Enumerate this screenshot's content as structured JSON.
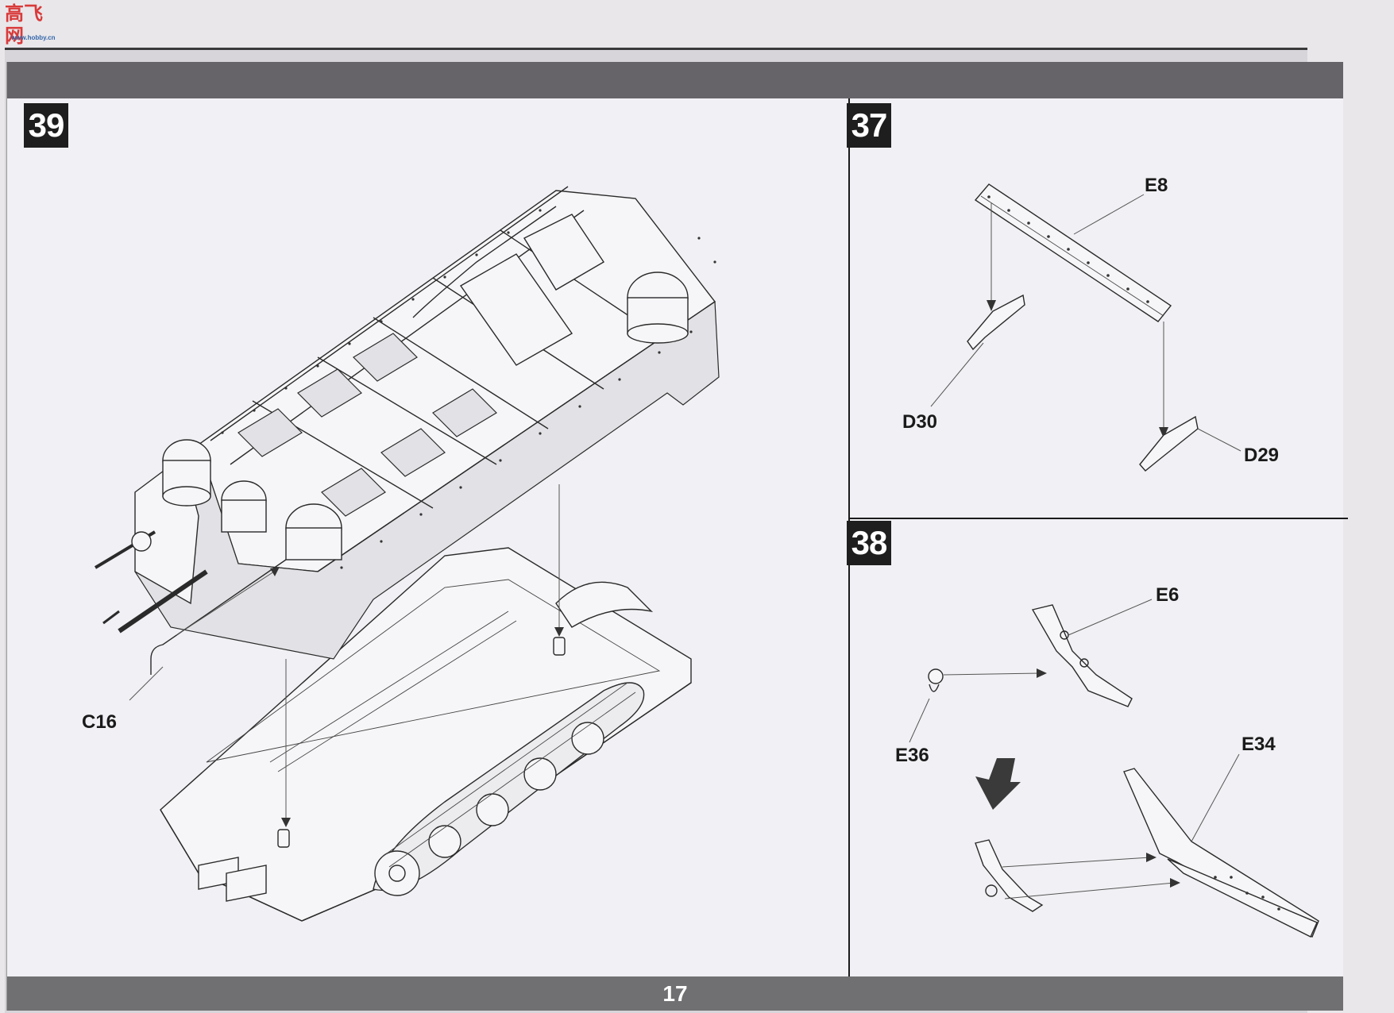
{
  "page": {
    "number": "17"
  },
  "logo": {
    "text": "高飞网",
    "sub": "www.hobby.cn"
  },
  "steps": [
    {
      "id": "step-39",
      "label": "39",
      "parts": [
        "C16"
      ]
    },
    {
      "id": "step-37",
      "label": "37",
      "parts": [
        "E8",
        "D30",
        "D29"
      ]
    },
    {
      "id": "step-38",
      "label": "38",
      "parts": [
        "E6",
        "E36",
        "E34"
      ]
    }
  ],
  "labels": {
    "c16": "C16",
    "e8": "E8",
    "d30": "D30",
    "d29": "D29",
    "e6": "E6",
    "e36": "E36",
    "e34": "E34"
  }
}
